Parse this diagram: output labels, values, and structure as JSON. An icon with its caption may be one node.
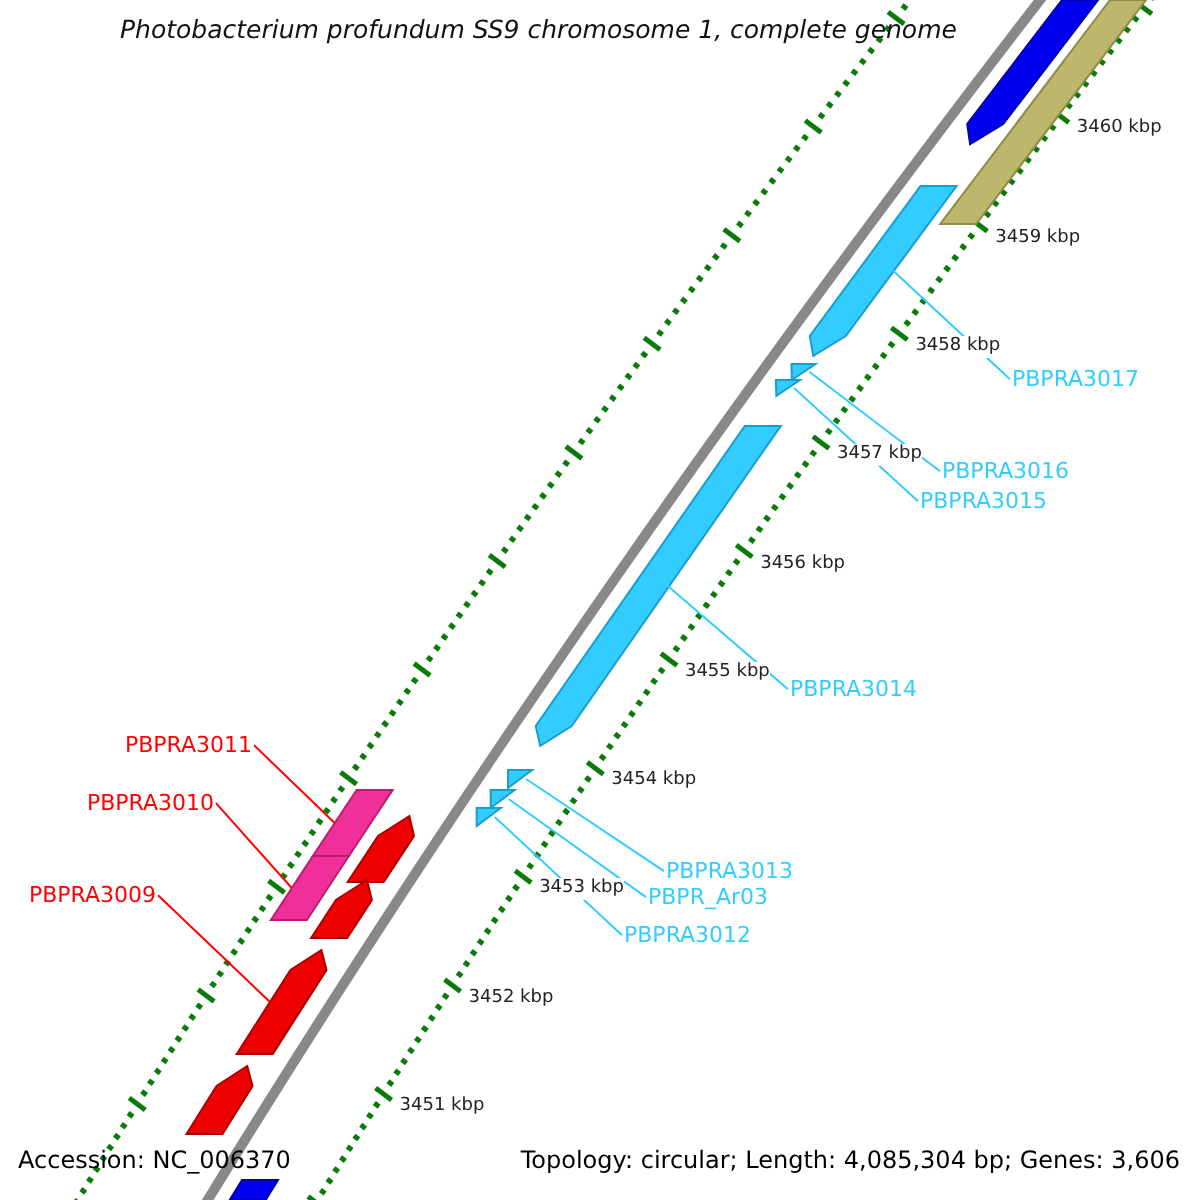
{
  "diagram": {
    "title": "Photobacterium profundum SS9 chromosome 1, complete genome",
    "nodes": [
      {
        "text": [
          "PBPRA3017"
        ]
      },
      {
        "text": [
          "PBPRA3016"
        ]
      },
      {
        "text": [
          "PBPRA3015"
        ]
      },
      {
        "text": [
          "PBPRA3014"
        ]
      },
      {
        "text": [
          "PBPRA3013"
        ]
      },
      {
        "text": [
          "PBPR_Ar03"
        ]
      },
      {
        "text": [
          "PBPRA3012"
        ]
      },
      {
        "text": [
          "PBPRA3011"
        ]
      },
      {
        "text": [
          "PBPRA3010"
        ]
      },
      {
        "text": [
          "PBPRA3009"
        ]
      },
      {
        "text": [],
        "shape": "arrow"
      },
      {
        "text": [],
        "shape": "bar"
      },
      {
        "text": [],
        "shape": "arrow"
      },
      {
        "text": [],
        "shape": "arrow"
      },
      {
        "text": [],
        "shape": "arrow"
      },
      {
        "text": [],
        "shape": "arrow"
      },
      {
        "text": [],
        "shape": "arrow"
      },
      {
        "text": [],
        "shape": "arrow"
      },
      {
        "text": [],
        "shape": "arrow"
      },
      {
        "text": [],
        "shape": "bar"
      },
      {
        "text": [],
        "shape": "bar"
      },
      {
        "text": [],
        "shape": "arrow"
      },
      {
        "text": [],
        "shape": "arrow"
      },
      {
        "text": [],
        "shape": "arrow"
      },
      {
        "text": [],
        "shape": "arrow"
      },
      {
        "text": [],
        "shape": "bar"
      }
    ],
    "edges": [
      {
        "from": 0,
        "to": 12,
        "arrow": "none"
      },
      {
        "from": 1,
        "to": 13,
        "arrow": "none"
      },
      {
        "from": 2,
        "to": 14,
        "arrow": "none"
      },
      {
        "from": 3,
        "to": 15,
        "arrow": "none"
      },
      {
        "from": 4,
        "to": 16,
        "arrow": "none"
      },
      {
        "from": 5,
        "to": 17,
        "arrow": "none"
      },
      {
        "from": 6,
        "to": 18,
        "arrow": "none"
      },
      {
        "from": 7,
        "to": 19,
        "arrow": "none",
        "color": "#ff0000"
      },
      {
        "from": 8,
        "to": 20,
        "arrow": "none",
        "color": "#ff0000"
      },
      {
        "from": 9,
        "to": 23,
        "arrow": "none",
        "color": "#ff0000"
      }
    ],
    "labels": [
      "3460 kbp",
      "3459 kbp",
      "3458 kbp",
      "3457 kbp",
      "3456 kbp",
      "3455 kbp",
      "3454 kbp",
      "3453 kbp",
      "3452 kbp",
      "3451 kbp",
      "Accession: NC_006370",
      "Topology: circular; Length: 4,085,304 bp; Genes: 3,606"
    ]
  }
}
